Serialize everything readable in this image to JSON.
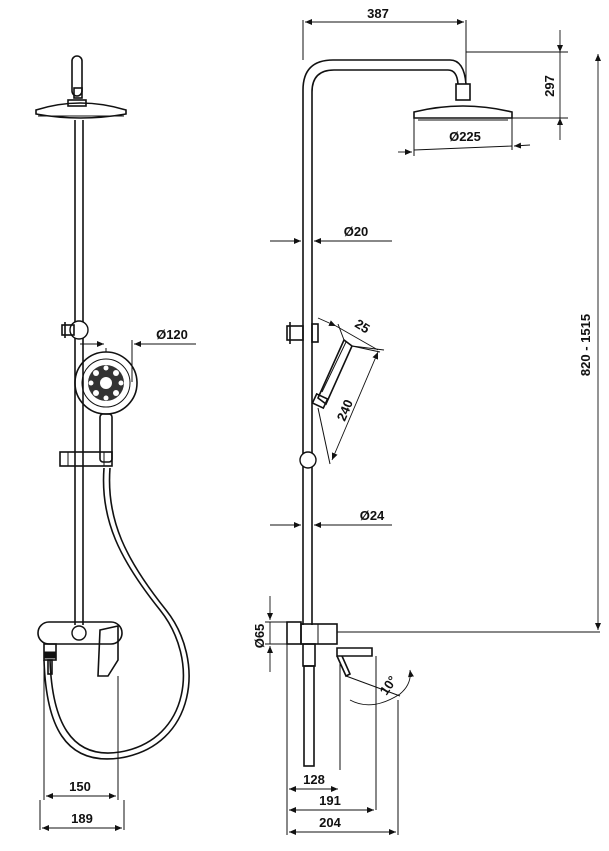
{
  "dimensions": {
    "top_reach": "387",
    "head_drop": "297",
    "head_diameter": "Ø225",
    "pipe_diameter": "Ø20",
    "handshower_diameter": "Ø120",
    "handshower_width": "25",
    "handshower_length": "240",
    "slider_diameter": "Ø24",
    "height_range": "820 - 1515",
    "mixer_diameter": "Ø65",
    "spout_angle": "10°",
    "front_centers": "150",
    "front_width": "189",
    "side_128": "128",
    "side_191": "191",
    "side_204": "204"
  }
}
